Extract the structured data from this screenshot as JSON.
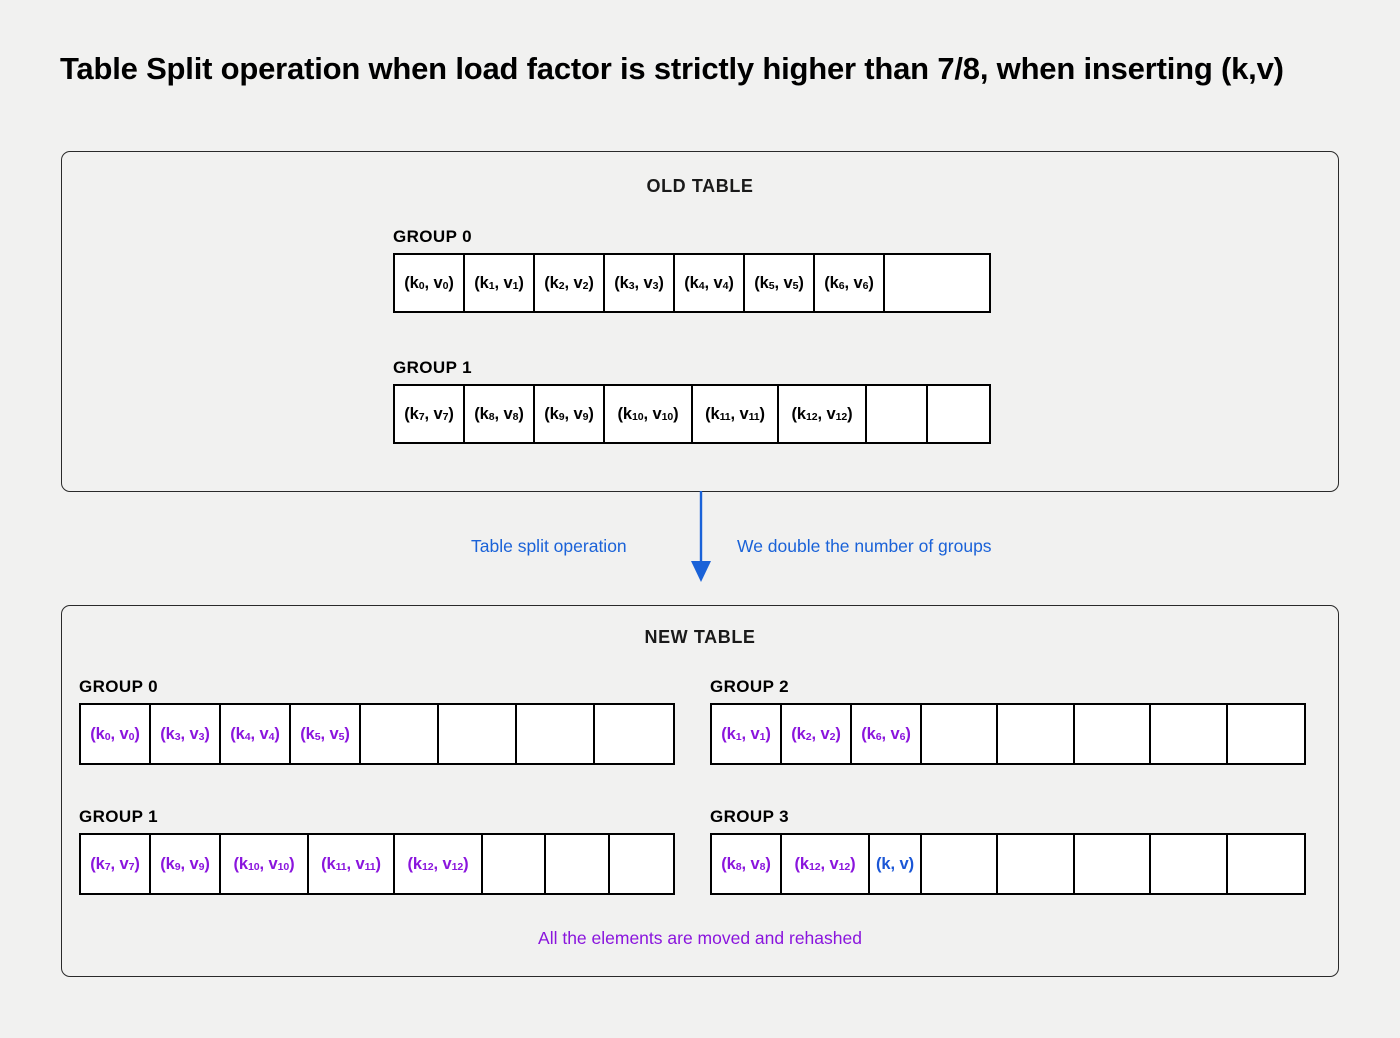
{
  "title": "Table Split operation when load factor is strictly higher than 7/8, when inserting (k,v)",
  "colors": {
    "background": "#f1f1f0",
    "text": "#000000",
    "border": "#2a2a2a",
    "cell_border": "#000000",
    "accent_purple": "#8a15dd",
    "accent_blue": "#1a62d8",
    "arrow_blue": "#1a62d8"
  },
  "old_table": {
    "heading": "OLD TABLE",
    "groups": [
      {
        "label": "GROUP 0",
        "slot_count": 8,
        "slots": [
          {
            "text": "(k0, v0)",
            "key": "k",
            "key_sub": "0",
            "val": "v",
            "val_sub": "0",
            "empty": false,
            "color": "black"
          },
          {
            "text": "(k1, v1)",
            "key": "k",
            "key_sub": "1",
            "val": "v",
            "val_sub": "1",
            "empty": false,
            "color": "black"
          },
          {
            "text": "(k2, v2)",
            "key": "k",
            "key_sub": "2",
            "val": "v",
            "val_sub": "2",
            "empty": false,
            "color": "black"
          },
          {
            "text": "(k3, v3)",
            "key": "k",
            "key_sub": "3",
            "val": "v",
            "val_sub": "3",
            "empty": false,
            "color": "black"
          },
          {
            "text": "(k4, v4)",
            "key": "k",
            "key_sub": "4",
            "val": "v",
            "val_sub": "4",
            "empty": false,
            "color": "black"
          },
          {
            "text": "(k5, v5)",
            "key": "k",
            "key_sub": "5",
            "val": "v",
            "val_sub": "5",
            "empty": false,
            "color": "black"
          },
          {
            "text": "(k6, v6)",
            "key": "k",
            "key_sub": "6",
            "val": "v",
            "val_sub": "6",
            "empty": false,
            "color": "black"
          },
          {
            "text": "",
            "empty": true
          }
        ]
      },
      {
        "label": "GROUP 1",
        "slot_count": 8,
        "slots": [
          {
            "text": "(k7, v7)",
            "key": "k",
            "key_sub": "7",
            "val": "v",
            "val_sub": "7",
            "empty": false,
            "color": "black"
          },
          {
            "text": "(k8, v8)",
            "key": "k",
            "key_sub": "8",
            "val": "v",
            "val_sub": "8",
            "empty": false,
            "color": "black"
          },
          {
            "text": "(k9, v9)",
            "key": "k",
            "key_sub": "9",
            "val": "v",
            "val_sub": "9",
            "empty": false,
            "color": "black"
          },
          {
            "text": "(k10, v10)",
            "key": "k",
            "key_sub": "10",
            "val": "v",
            "val_sub": "10",
            "empty": false,
            "color": "black"
          },
          {
            "text": "(k11, v11)",
            "key": "k",
            "key_sub": "11",
            "val": "v",
            "val_sub": "11",
            "empty": false,
            "color": "black"
          },
          {
            "text": "(k12, v12)",
            "key": "k",
            "key_sub": "12",
            "val": "v",
            "val_sub": "12",
            "empty": false,
            "color": "black"
          },
          {
            "text": "",
            "empty": true
          },
          {
            "text": "",
            "empty": true
          }
        ]
      }
    ]
  },
  "transition": {
    "left_label": "Table split operation",
    "right_label": "We double the number of groups",
    "arrow": "down-arrow-icon"
  },
  "new_table": {
    "heading": "NEW TABLE",
    "footnote": "All the elements are moved and rehashed",
    "groups": [
      {
        "label": "GROUP 0",
        "slot_count": 8,
        "slots": [
          {
            "text": "(k0, v0)",
            "key": "k",
            "key_sub": "0",
            "val": "v",
            "val_sub": "0",
            "empty": false,
            "color": "purple"
          },
          {
            "text": "(k3, v3)",
            "key": "k",
            "key_sub": "3",
            "val": "v",
            "val_sub": "3",
            "empty": false,
            "color": "purple"
          },
          {
            "text": "(k4, v4)",
            "key": "k",
            "key_sub": "4",
            "val": "v",
            "val_sub": "4",
            "empty": false,
            "color": "purple"
          },
          {
            "text": "(k5, v5)",
            "key": "k",
            "key_sub": "5",
            "val": "v",
            "val_sub": "5",
            "empty": false,
            "color": "purple"
          },
          {
            "text": "",
            "empty": true
          },
          {
            "text": "",
            "empty": true
          },
          {
            "text": "",
            "empty": true
          },
          {
            "text": "",
            "empty": true
          }
        ]
      },
      {
        "label": "GROUP 1",
        "slot_count": 8,
        "slots": [
          {
            "text": "(k7, v7)",
            "key": "k",
            "key_sub": "7",
            "val": "v",
            "val_sub": "7",
            "empty": false,
            "color": "purple"
          },
          {
            "text": "(k9, v9)",
            "key": "k",
            "key_sub": "9",
            "val": "v",
            "val_sub": "9",
            "empty": false,
            "color": "purple"
          },
          {
            "text": "(k10, v10)",
            "key": "k",
            "key_sub": "10",
            "val": "v",
            "val_sub": "10",
            "empty": false,
            "color": "purple"
          },
          {
            "text": "(k11, v11)",
            "key": "k",
            "key_sub": "11",
            "val": "v",
            "val_sub": "11",
            "empty": false,
            "color": "purple"
          },
          {
            "text": "(k12, v12)",
            "key": "k",
            "key_sub": "12",
            "val": "v",
            "val_sub": "12",
            "empty": false,
            "color": "purple"
          },
          {
            "text": "",
            "empty": true
          },
          {
            "text": "",
            "empty": true
          },
          {
            "text": "",
            "empty": true
          }
        ]
      },
      {
        "label": "GROUP 2",
        "slot_count": 8,
        "slots": [
          {
            "text": "(k1, v1)",
            "key": "k",
            "key_sub": "1",
            "val": "v",
            "val_sub": "1",
            "empty": false,
            "color": "purple"
          },
          {
            "text": "(k2, v2)",
            "key": "k",
            "key_sub": "2",
            "val": "v",
            "val_sub": "2",
            "empty": false,
            "color": "purple"
          },
          {
            "text": "(k6, v6)",
            "key": "k",
            "key_sub": "6",
            "val": "v",
            "val_sub": "6",
            "empty": false,
            "color": "purple"
          },
          {
            "text": "",
            "empty": true
          },
          {
            "text": "",
            "empty": true
          },
          {
            "text": "",
            "empty": true
          },
          {
            "text": "",
            "empty": true
          },
          {
            "text": "",
            "empty": true
          }
        ]
      },
      {
        "label": "GROUP 3",
        "slot_count": 8,
        "slots": [
          {
            "text": "(k8, v8)",
            "key": "k",
            "key_sub": "8",
            "val": "v",
            "val_sub": "8",
            "empty": false,
            "color": "purple"
          },
          {
            "text": "(k12, v12)",
            "key": "k",
            "key_sub": "12",
            "val": "v",
            "val_sub": "12",
            "empty": false,
            "color": "purple"
          },
          {
            "text": "(k, v)",
            "key": "k",
            "key_sub": "",
            "val": "v",
            "val_sub": "",
            "empty": false,
            "color": "blue"
          },
          {
            "text": "",
            "empty": true
          },
          {
            "text": "",
            "empty": true
          },
          {
            "text": "",
            "empty": true
          },
          {
            "text": "",
            "empty": true
          },
          {
            "text": "",
            "empty": true
          }
        ]
      }
    ]
  }
}
